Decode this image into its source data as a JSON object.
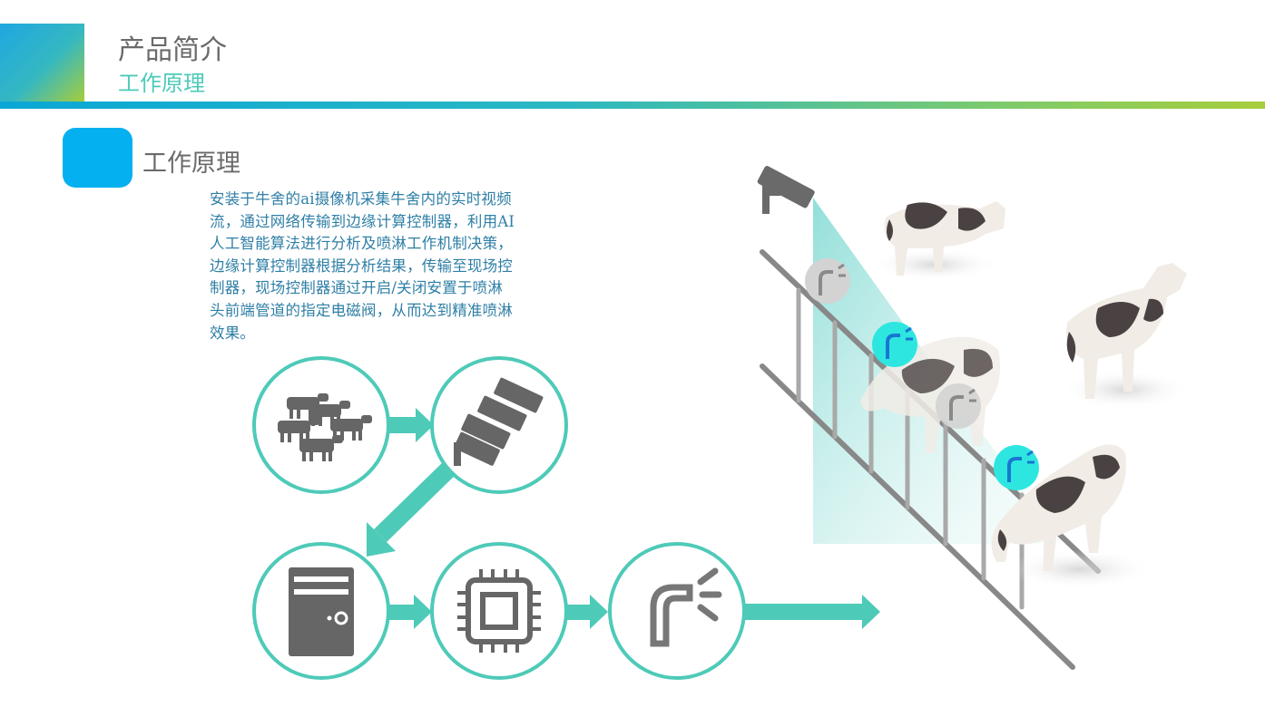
{
  "header": {
    "title": "产品简介",
    "subtitle": "工作原理"
  },
  "section": {
    "title": "工作原理",
    "description_lines": [
      "安装于牛舍的ai摄像机采集牛舍内的实时视频",
      "流，通过网络传输到边缘计算控制器，利用AI",
      "人工智能算法进行分析及喷淋工作机制决策，",
      "边缘计算控制器根据分析结果，传输至现场控",
      "制器，现场控制器通过开启/关闭安置于喷淋",
      "头前端管道的指定电磁阀，从而达到精准喷淋",
      "效果。"
    ]
  },
  "flow": {
    "nodes": [
      {
        "name": "cattle-herd",
        "icon": "cattle-icon"
      },
      {
        "name": "ai-camera",
        "icon": "camera-icon"
      },
      {
        "name": "edge-computing-controller",
        "icon": "server-icon"
      },
      {
        "name": "field-controller",
        "icon": "chip-icon"
      },
      {
        "name": "sprinkler-valve",
        "icon": "sprinkler-icon"
      }
    ]
  },
  "colors": {
    "accent": "#4ecab8",
    "badge": "#04b0ef",
    "icon_gray": "#666666",
    "text_blue": "#2f7fa6",
    "sprinkler_active": "#2ee6e0"
  }
}
